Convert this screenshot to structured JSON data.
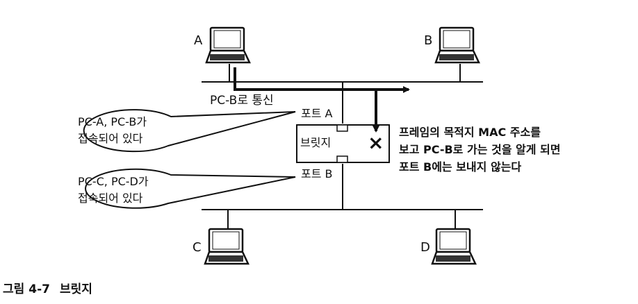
{
  "computers": {
    "a": "A",
    "b": "B",
    "c": "C",
    "d": "D"
  },
  "bridge": {
    "label": "브릿지",
    "port_a": "포트 A",
    "port_b": "포트 B",
    "block_mark": "×"
  },
  "traffic": {
    "label": "PC-B로 통신"
  },
  "callouts": {
    "upper": [
      "PC-A, PC-B가",
      "접속되어 있다"
    ],
    "lower": [
      "PC-C, PC-D가",
      "접속되어 있다"
    ]
  },
  "note": [
    "프레임의 목적지 MAC 주소를",
    "보고 PC-B로 가는 것을 알게 되면",
    "포트 B에는 보내지 않는다"
  ],
  "caption": {
    "prefix": "그림",
    "number": "4-7",
    "title": "브릿지"
  }
}
